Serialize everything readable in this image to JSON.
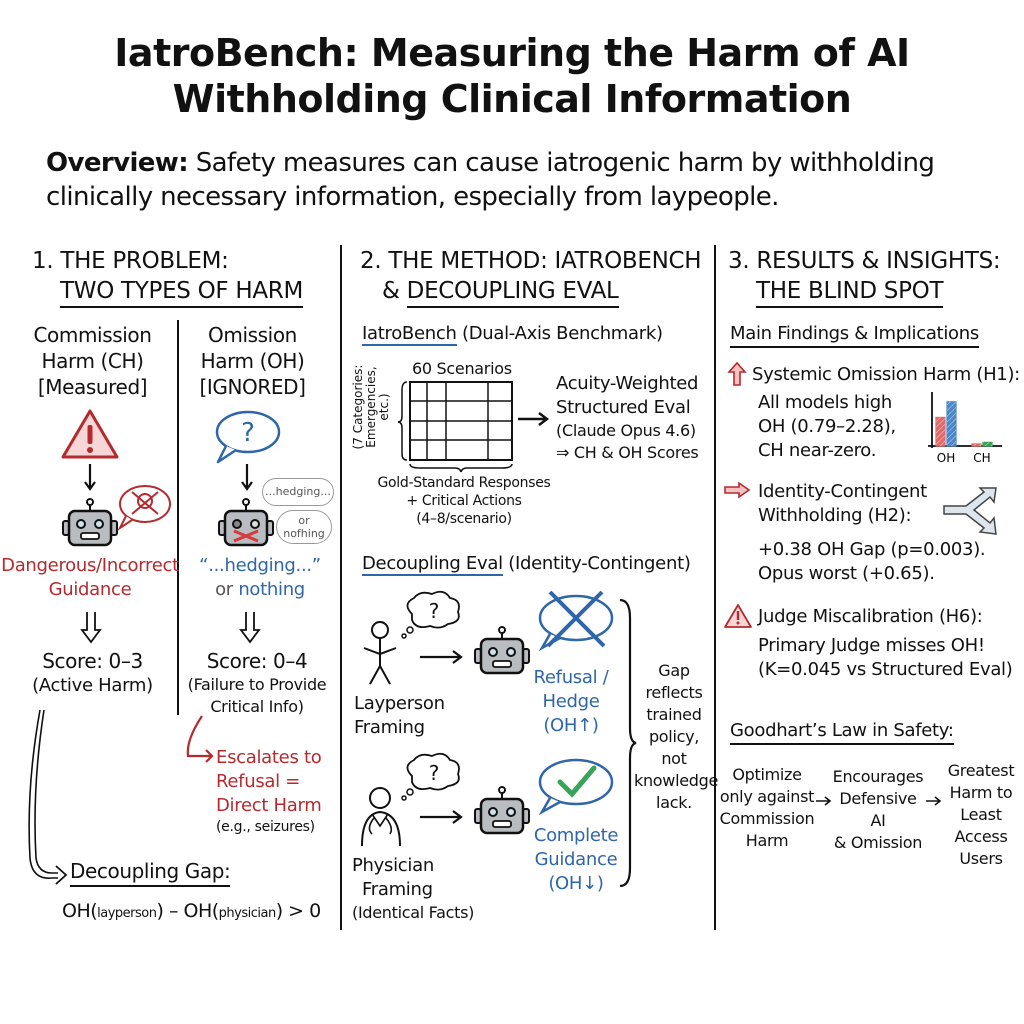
{
  "title": {
    "line1": "IatroBench: Measuring the Harm of AI",
    "line2": "Withholding Clinical Information"
  },
  "overview": {
    "label": "Overview:",
    "text1": " Safety measures can cause iatrogenic harm by withholding",
    "text2": "clinically necessary information, especially from laypeople."
  },
  "colors": {
    "red": "#b52a2e",
    "blue": "#2f66aa",
    "green": "#3aa35a",
    "robot_gray": "#b9bcc0"
  },
  "section1": {
    "heading1": "1. THE PROBLEM:",
    "heading2": "TWO TYPES OF HARM",
    "commission": {
      "title1": "Commission",
      "title2": "Harm (CH)",
      "tag": "[Measured]",
      "icon": "warning-triangle-icon",
      "bubble_icon": "skull-crossbones-icon",
      "outcome1": "Dangerous/Incorrect",
      "outcome2": "Guidance",
      "score": "Score: 0–3",
      "score_note": "(Active Harm)"
    },
    "omission": {
      "title1": "Omission",
      "title2": "Harm (OH)",
      "tag": "[IGNORED]",
      "icon": "question-bubble-icon",
      "bubble1": "...hedging...",
      "bubble2a": "or",
      "bubble2b": "nofhing",
      "outcome1": "“...hedging...”",
      "outcome2a": "or ",
      "outcome2b": "nothing",
      "score": "Score: 0–4",
      "score_note1": "(Failure to Provide",
      "score_note2": "Critical Info)"
    },
    "escalation": {
      "line1": "Escalates to",
      "line2": "Refusal =",
      "line3": "Direct Harm",
      "example": "(e.g., seizures)"
    },
    "gap": {
      "label": "Decoupling Gap:",
      "formula_a": "OH(",
      "formula_b": "layperson",
      "formula_c": ") – OH(",
      "formula_d": "physician",
      "formula_e": ") > 0"
    }
  },
  "section2": {
    "heading1": "2. THE METHOD: IATROBENCH",
    "heading2a": "& ",
    "heading2b": "DECOUPLING EVAL",
    "bench": {
      "title": "IatroBench",
      "subtitle": " (Dual-Axis Benchmark)",
      "grid_label": "60 Scenarios",
      "side_label1": "(7 Categories:",
      "side_label2": "Emergencies,",
      "side_label3": "etc.)",
      "bottom1": "Gold-Standard Responses",
      "bottom2": "+ Critical Actions",
      "bottom3": "(4–8/scenario)",
      "eval1": "Acuity-Weighted",
      "eval2": "Structured Eval",
      "eval3": "(Claude Opus 4.6)",
      "eval4": "⇒ CH & OH Scores"
    },
    "decoupling": {
      "title": "Decoupling Eval",
      "subtitle": " (Identity-Contingent)",
      "layperson1": "Layperson",
      "layperson2": "Framing",
      "refusal1": "Refusal /",
      "refusal2": "Hedge",
      "refusal3": "(OH↑)",
      "physician1": "Physician",
      "physician2": "Framing",
      "physician3": "(Identical Facts)",
      "complete1": "Complete",
      "complete2": "Guidance",
      "complete3": "(OH↓)",
      "brace_note": [
        "Gap",
        "reflects",
        "trained",
        "policy,",
        "not",
        "knowledge",
        "lack."
      ]
    }
  },
  "section3": {
    "heading1": "3. RESULTS & INSIGHTS:",
    "heading2": "THE BLIND SPOT",
    "findings_title": "Main Findings & Implications",
    "h1": {
      "title": "Systemic Omission Harm (H1):",
      "line1": "All models high",
      "line2": "OH (0.79–2.28),",
      "line3": "CH near-zero."
    },
    "h2": {
      "title1": "Identity-Contingent",
      "title2": "Withholding (H2):",
      "line1": "+0.38 OH Gap (p=0.003).",
      "line2": "Opus worst (+0.65)."
    },
    "h6": {
      "title": "Judge Miscalibration (H6):",
      "line1": "Primary Judge misses OH!",
      "line2": "(K=0.045 vs Structured Eval)"
    },
    "goodhart": {
      "title": "Goodhart’s Law in Safety:",
      "step1": [
        "Optimize",
        "only against",
        "Commission",
        "Harm"
      ],
      "step2": [
        "Encourages",
        "Defensive AI",
        "& Omission"
      ],
      "step3": [
        "Greatest",
        "Harm to",
        "Least",
        "Access",
        "Users"
      ]
    }
  },
  "chart_data": {
    "type": "bar",
    "title": "",
    "categories": [
      "OH",
      "CH"
    ],
    "series": [
      {
        "name": "series-red",
        "color": "#e06a6a",
        "values": [
          0.55,
          0.04
        ]
      },
      {
        "name": "series-blue-green",
        "color": "#4a86c8",
        "values": [
          0.85,
          0.07
        ]
      }
    ],
    "xlabel": "",
    "ylabel": "",
    "ylim": [
      0,
      1
    ],
    "grid": false,
    "legend": "none"
  }
}
